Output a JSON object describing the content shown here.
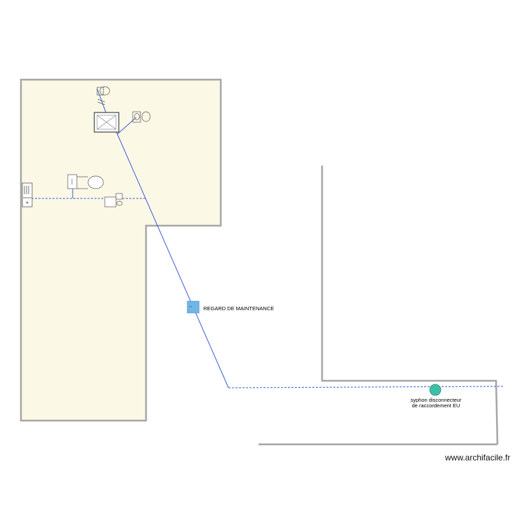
{
  "labels": {
    "maintenance_manhole": "REGARD DE MAINTENANCE",
    "syphon_line1": "syphon disconnecteur",
    "syphon_line2": "de raccordement EU",
    "watermark": "www.archifacile.fr"
  },
  "colors": {
    "room_fill": "#fbf8e6",
    "wall": "#a6a6a6",
    "pipe": "#3b5bdb",
    "manhole": "#6fb6e6",
    "syphon": "#3fbfa8"
  },
  "icons": {
    "toilet": "toilet-icon",
    "washbasin": "washbasin-icon",
    "shower": "shower-tray-icon",
    "washing_machine": "washing-machine-icon",
    "water_heater": "water-heater-icon",
    "sink": "sink-icon",
    "manhole": "manhole-icon",
    "syphon": "syphon-icon"
  }
}
